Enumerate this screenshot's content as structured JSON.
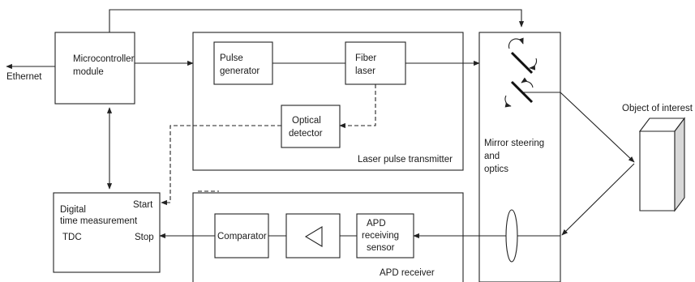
{
  "labels": {
    "ethernet": "Ethernet",
    "microcontroller_1": "Microcontroller",
    "microcontroller_2": "module",
    "pulse_gen_1": "Pulse",
    "pulse_gen_2": "generator",
    "fiber_laser_1": "Fiber",
    "fiber_laser_2": "laser",
    "optical_detector_1": "Optical",
    "optical_detector_2": "detector",
    "laser_tx": "Laser pulse transmitter",
    "mirror_1": "Mirror steering",
    "mirror_2": "and",
    "mirror_3": "optics",
    "object": "Object of interest",
    "dtm_1": "Digital",
    "dtm_2": "time measurement",
    "tdc": "TDC",
    "start": "Start",
    "stop": "Stop",
    "comparator": "Comparator",
    "apd_1": "APD",
    "apd_2": "receiving",
    "apd_3": "sensor",
    "apd_receiver": "APD receiver"
  },
  "icons": {
    "amplifier": "amplifier-triangle-icon",
    "rotation": "rotation-arrows-icon",
    "lens": "lens-icon",
    "mirror": "mirror-icon"
  }
}
